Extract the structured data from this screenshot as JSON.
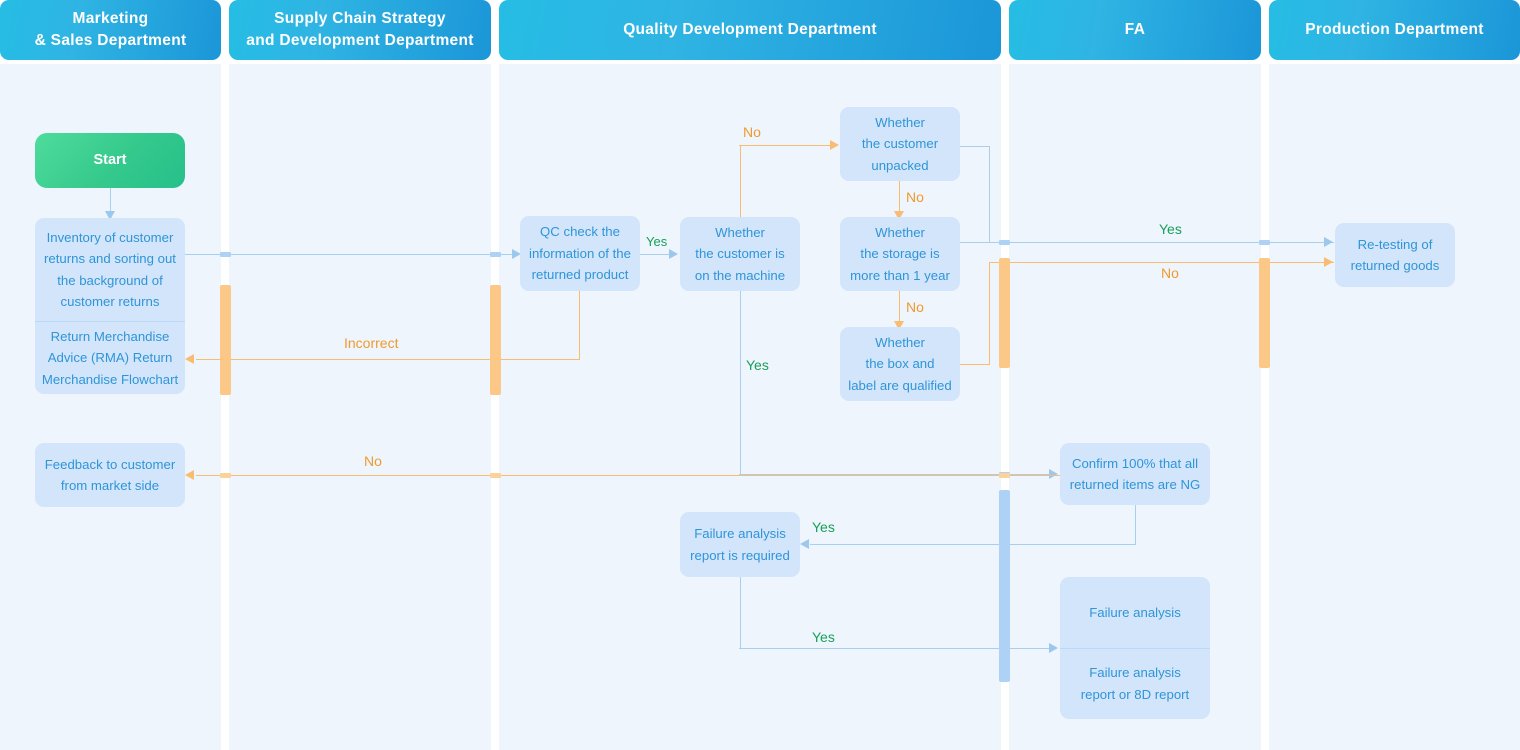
{
  "title": "Return Merchandise Advice (RMA) Return Merchandise Flowchart",
  "lanes": [
    {
      "id": "marketing",
      "title": "Marketing\n& Sales Department"
    },
    {
      "id": "supplychain",
      "title": "Supply Chain Strategy\nand Development Department"
    },
    {
      "id": "quality",
      "title": "Quality Development Department"
    },
    {
      "id": "fa",
      "title": "FA"
    },
    {
      "id": "production",
      "title": "Production Department"
    }
  ],
  "lane_titles": {
    "marketing_l1": "Marketing",
    "marketing_l2": "& Sales Department",
    "supplychain_l1": "Supply Chain Strategy",
    "supplychain_l2": "and Development Department",
    "quality": "Quality Development Department",
    "fa": "FA",
    "production": "Production Department"
  },
  "nodes": {
    "start": {
      "label": "Start"
    },
    "inventory": {
      "l1": "Inventory of customer",
      "l2": "returns and sorting out",
      "l3": "the background of",
      "l4": "customer returns"
    },
    "rma": {
      "l1": "Return Merchandise",
      "l2": "Advice (RMA) Return",
      "l3": "Merchandise Flowchart"
    },
    "feedback": {
      "l1": "Feedback to customer",
      "l2": "from market side"
    },
    "qc_check": {
      "l1": "QC check the",
      "l2": "information of the",
      "l3": "returned product"
    },
    "on_machine": {
      "l1": "Whether",
      "l2": "the customer is",
      "l3": "on the machine"
    },
    "unpacked": {
      "l1": "Whether",
      "l2": "the customer",
      "l3": "unpacked"
    },
    "storage": {
      "l1": "Whether",
      "l2": "the storage is",
      "l3": "more than 1 year"
    },
    "box_label": {
      "l1": "Whether",
      "l2": "the box and",
      "l3": "label are qualified"
    },
    "confirm_ng": {
      "l1": "Confirm 100% that all",
      "l2": "returned items are NG"
    },
    "fa_required": {
      "l1": "Failure analysis",
      "l2": "report is required"
    },
    "failure_analysis": {
      "l1": "Failure analysis"
    },
    "fa_report": {
      "l1": "Failure analysis",
      "l2": "report or 8D report"
    },
    "retesting": {
      "l1": "Re-testing of",
      "l2": "returned goods"
    }
  },
  "edge_labels": {
    "no_unpacked": "No",
    "no_storage": "No",
    "no_boxlabel": "No",
    "yes_qc": "Yes",
    "yes_machine": "Yes",
    "yes_retest": "Yes",
    "no_retest": "No",
    "incorrect": "Incorrect",
    "no_feedback": "No",
    "yes_fa_required": "Yes",
    "yes_fa_report": "Yes"
  },
  "colors": {
    "lane_header_start": "#25bde4",
    "lane_header_end": "#1b96d8",
    "lane_body": "#eef5fd",
    "node_fill": "#d3e5fb",
    "node_text": "#2e95d8",
    "start_fill": "#35c98c",
    "edge_blue": "#a8cef0",
    "edge_orange": "#f8bd72",
    "label_yes": "#17a05a",
    "label_no": "#f09a2e"
  }
}
